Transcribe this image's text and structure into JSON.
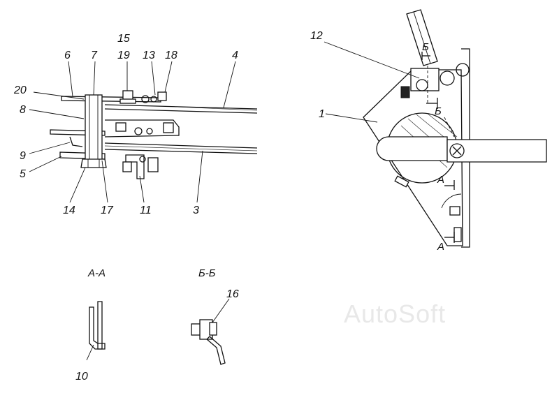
{
  "labels": {
    "l1": "1",
    "l3": "3",
    "l4": "4",
    "l5": "5",
    "l6": "6",
    "l7": "7",
    "l8": "8",
    "l9": "9",
    "l10": "10",
    "l11": "11",
    "l12": "12",
    "l13": "13",
    "l14": "14",
    "l15": "15",
    "l16": "16",
    "l17": "17",
    "l18": "18",
    "l19": "19",
    "l20": "20"
  },
  "sections": {
    "aa": "А-А",
    "bb": "Б-Б",
    "a_mark": "А",
    "b_mark": "Б"
  },
  "watermark": "AutoSoft"
}
